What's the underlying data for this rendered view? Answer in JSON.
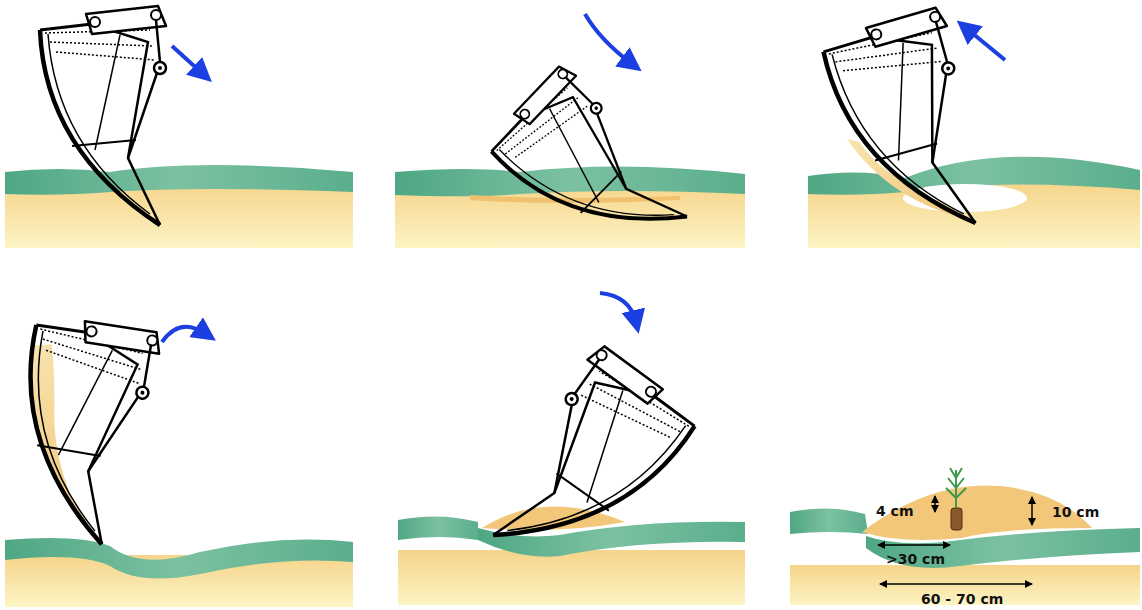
{
  "diagram": {
    "labels": [
      "4 cm",
      "10 cm",
      ">30 cm",
      "60 - 70 cm"
    ]
  }
}
